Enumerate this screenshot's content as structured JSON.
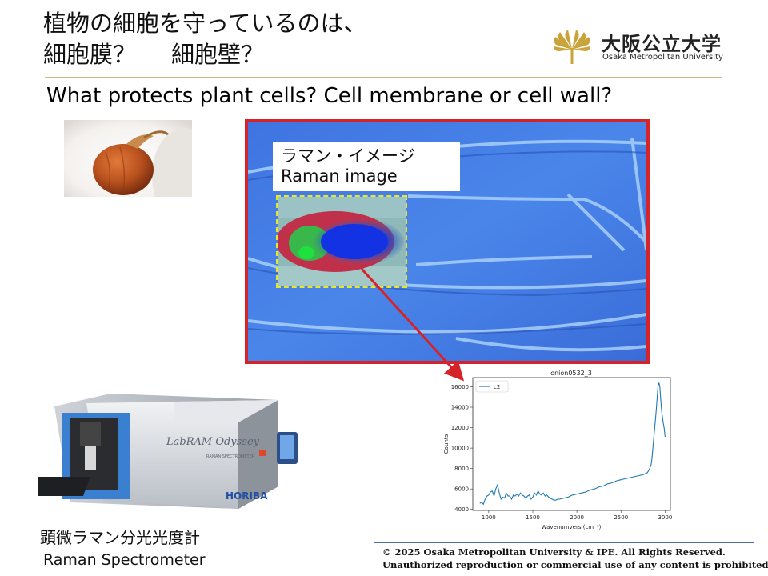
{
  "title": {
    "line1": "植物の細胞を守っているのは、",
    "line2a": "細胞膜？",
    "line2b": "細胞壁？"
  },
  "logo": {
    "name_jp": "大阪公立大学",
    "name_en": "Osaka Metropolitan University",
    "color": "#c9a43a"
  },
  "subtitle": "What protects plant cells? Cell membrane or cell wall?",
  "raman_image": {
    "label_jp": "ラマン・イメージ",
    "label_en": "Raman image",
    "frame_color": "#d6232a",
    "inset_border_color": "#e8e626"
  },
  "spectrometer": {
    "brand": "HORIBA",
    "model": "LabRAM Odyssey",
    "model_sub": "RAMAN SPECTROMETER",
    "label_jp": "顕微ラマン分光光度計",
    "label_en": "Raman Spectrometer"
  },
  "chart_data": {
    "type": "line",
    "title": "onion0532_3",
    "xlabel": "Wavenumvers (cm⁻¹)",
    "ylabel": "Counts",
    "xlim": [
      820,
      3060
    ],
    "ylim": [
      3900,
      16900
    ],
    "xticks": [
      1000,
      1500,
      2000,
      2500,
      3000
    ],
    "yticks": [
      4000,
      6000,
      8000,
      10000,
      12000,
      14000,
      16000
    ],
    "legend_position": "top-left",
    "series": [
      {
        "name": "c2",
        "color": "#1f77b4",
        "x": [
          900,
          920,
          940,
          960,
          980,
          1000,
          1020,
          1040,
          1060,
          1080,
          1100,
          1120,
          1140,
          1160,
          1180,
          1200,
          1220,
          1240,
          1260,
          1280,
          1300,
          1320,
          1340,
          1360,
          1380,
          1400,
          1420,
          1440,
          1460,
          1480,
          1500,
          1520,
          1540,
          1560,
          1580,
          1600,
          1620,
          1640,
          1660,
          1680,
          1700,
          1720,
          1740,
          1760,
          1780,
          1800,
          1850,
          1900,
          1950,
          2000,
          2050,
          2100,
          2150,
          2200,
          2250,
          2300,
          2350,
          2400,
          2450,
          2500,
          2550,
          2600,
          2650,
          2700,
          2750,
          2800,
          2820,
          2840,
          2850,
          2860,
          2870,
          2880,
          2890,
          2900,
          2910,
          2920,
          2930,
          2940,
          2950,
          2960,
          2970,
          2980,
          2990,
          3000
        ],
        "y": [
          4600,
          4700,
          4500,
          5000,
          5300,
          5400,
          5700,
          5800,
          5300,
          6000,
          6400,
          5600,
          5000,
          5200,
          5100,
          5600,
          5300,
          5300,
          5000,
          5400,
          5300,
          5500,
          5300,
          5600,
          5400,
          5300,
          5100,
          5300,
          5400,
          5000,
          5200,
          5600,
          5400,
          5800,
          5500,
          5400,
          5600,
          5300,
          5400,
          5200,
          5100,
          5000,
          4900,
          4900,
          5000,
          5000,
          5100,
          5200,
          5400,
          5500,
          5600,
          5700,
          5900,
          6000,
          6200,
          6300,
          6500,
          6600,
          6800,
          6900,
          7000,
          7100,
          7200,
          7300,
          7400,
          7600,
          7900,
          8300,
          8900,
          9800,
          10800,
          11800,
          12800,
          13800,
          15000,
          16100,
          16400,
          16000,
          14800,
          13700,
          13000,
          12400,
          11900,
          11100
        ]
      }
    ]
  },
  "copyright": {
    "line1": "© 2025 Osaka Metropolitan University & IPE. All Rights Reserved.",
    "line2": "Unauthorized reproduction or commercial use of any content is prohibited."
  }
}
